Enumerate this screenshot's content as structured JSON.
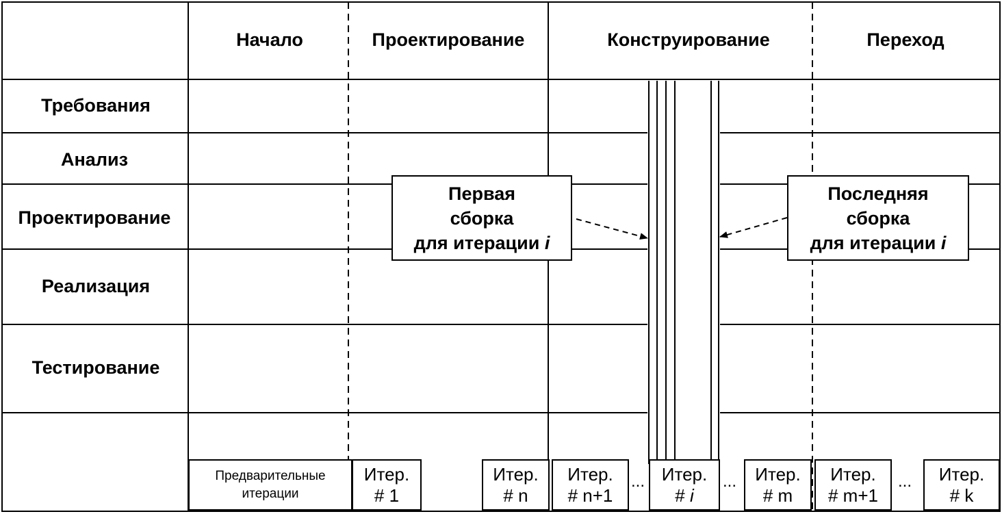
{
  "phases": [
    "Начало",
    "Проектирование",
    "Конструирование",
    "Переход"
  ],
  "disciplines": [
    "Требования",
    "Анализ",
    "Проектирование",
    "Реализация",
    "Тестирование"
  ],
  "iterations": [
    {
      "line1": "Предварительные",
      "line2": "итерации"
    },
    {
      "line1": "Итер.",
      "line2": "# 1"
    },
    {
      "line1": "Итер.",
      "line2": "# n"
    },
    {
      "line1": "Итер.",
      "line2": "# n+1"
    },
    {
      "line1": "Итер.",
      "line2": "# ",
      "italic": "i"
    },
    {
      "line1": "Итер.",
      "line2": "# m"
    },
    {
      "line1": "Итер.",
      "line2": "# m+1"
    },
    {
      "line1": "Итер.",
      "line2": "# k"
    }
  ],
  "ellipsis": "...",
  "callouts": {
    "first_build": {
      "line1": "Первая",
      "line2": "сборка",
      "line3": "для итерации ",
      "italic": "i"
    },
    "last_build": {
      "line1": "Последняя",
      "line2": "сборка",
      "line3": "для итерации ",
      "italic": "i"
    }
  }
}
